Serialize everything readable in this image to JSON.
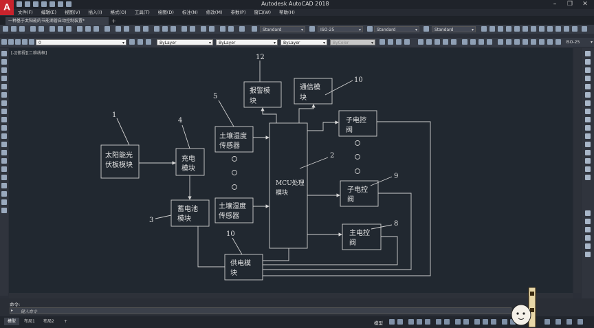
{
  "window": {
    "title": "Autodesk AutoCAD 2018"
  },
  "menu": [
    "文件(F)",
    "编辑(E)",
    "视图(V)",
    "插入(I)",
    "格式(O)",
    "工具(T)",
    "绘图(D)",
    "标注(N)",
    "修改(M)",
    "参数(P)",
    "窗口(W)",
    "帮助(H)"
  ],
  "doc_tab": {
    "label": "一种基于太阳能的节能滴管自动控制装置*"
  },
  "toolbar": {
    "text_style": "Standard",
    "dim_style": "ISO-25",
    "table_style": "Standard",
    "mleader_style": "Standard",
    "annot_scale": "ISO-25",
    "layer": "0",
    "color": "ByLayer",
    "linetype": "ByLayer",
    "lineweight": "ByLayer",
    "plotstyle": "ByColor"
  },
  "viewport_label": "[-][俯视][二维线框]",
  "diagram": {
    "boxes": {
      "solar": [
        "太阳能光",
        "伏板模块"
      ],
      "charge": [
        "充电",
        "模块"
      ],
      "battery": [
        "蓄电池",
        "模块"
      ],
      "sensor1": [
        "土壤湿度",
        "传感器"
      ],
      "sensor2": [
        "土壤湿度",
        "传感器"
      ],
      "alarm": [
        "报警模",
        "块"
      ],
      "comm": [
        "通信模",
        "块"
      ],
      "mcu": [
        "MCU处理",
        "模块"
      ],
      "sub1": [
        "子电控",
        "阀"
      ],
      "sub2": [
        "子电控",
        "阀"
      ],
      "main": [
        "主电控",
        "阀"
      ],
      "power": [
        "供电模",
        "块"
      ]
    },
    "numbers": {
      "n1": "1",
      "n4": "4",
      "n3": "3",
      "n5": "5",
      "n12": "12",
      "n10a": "10",
      "n2": "2",
      "n9": "9",
      "n8": "8",
      "n10b": "10"
    }
  },
  "command": {
    "history": "命令:",
    "prompt": "键入命令"
  },
  "layout_tabs": [
    "模型",
    "布局1",
    "布局2"
  ],
  "status": {
    "model": "模型"
  }
}
